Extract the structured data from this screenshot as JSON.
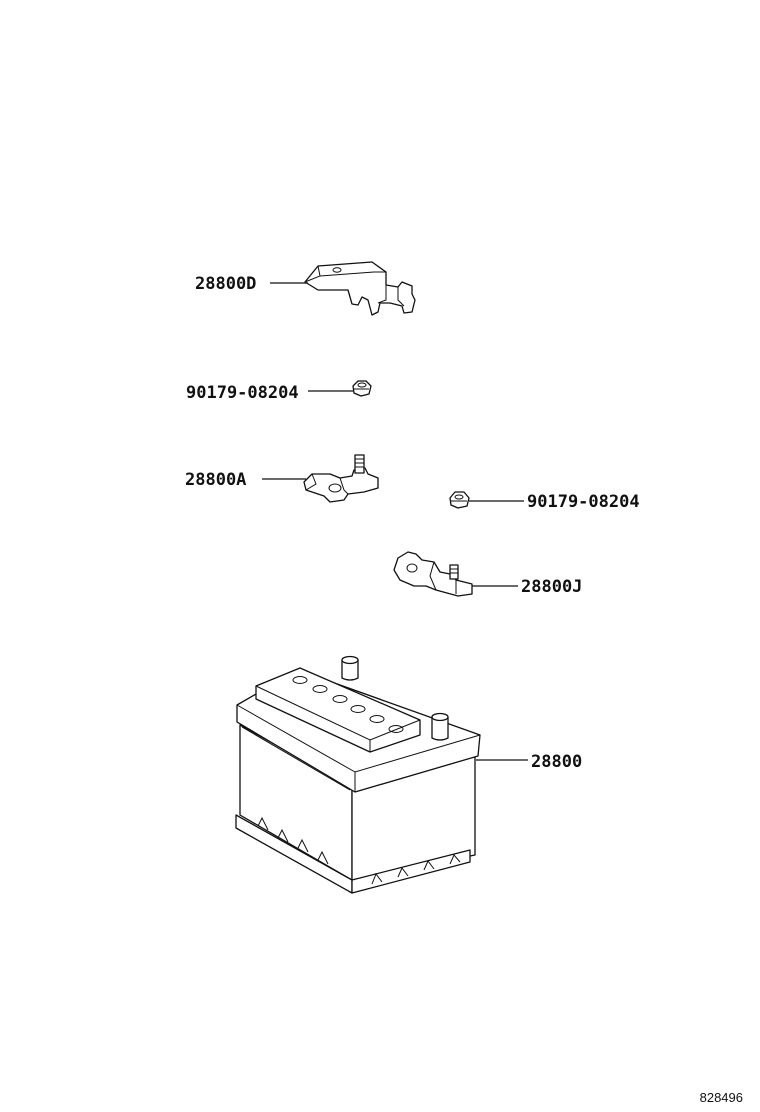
{
  "diagram": {
    "reference_number": "828496",
    "callouts": [
      {
        "id": "terminal-cover",
        "label": "28800D"
      },
      {
        "id": "nut-upper",
        "label": "90179-08204"
      },
      {
        "id": "terminal-positive",
        "label": "28800A"
      },
      {
        "id": "nut-lower",
        "label": "90179-08204"
      },
      {
        "id": "terminal-negative",
        "label": "28800J"
      },
      {
        "id": "battery",
        "label": "28800"
      }
    ]
  }
}
